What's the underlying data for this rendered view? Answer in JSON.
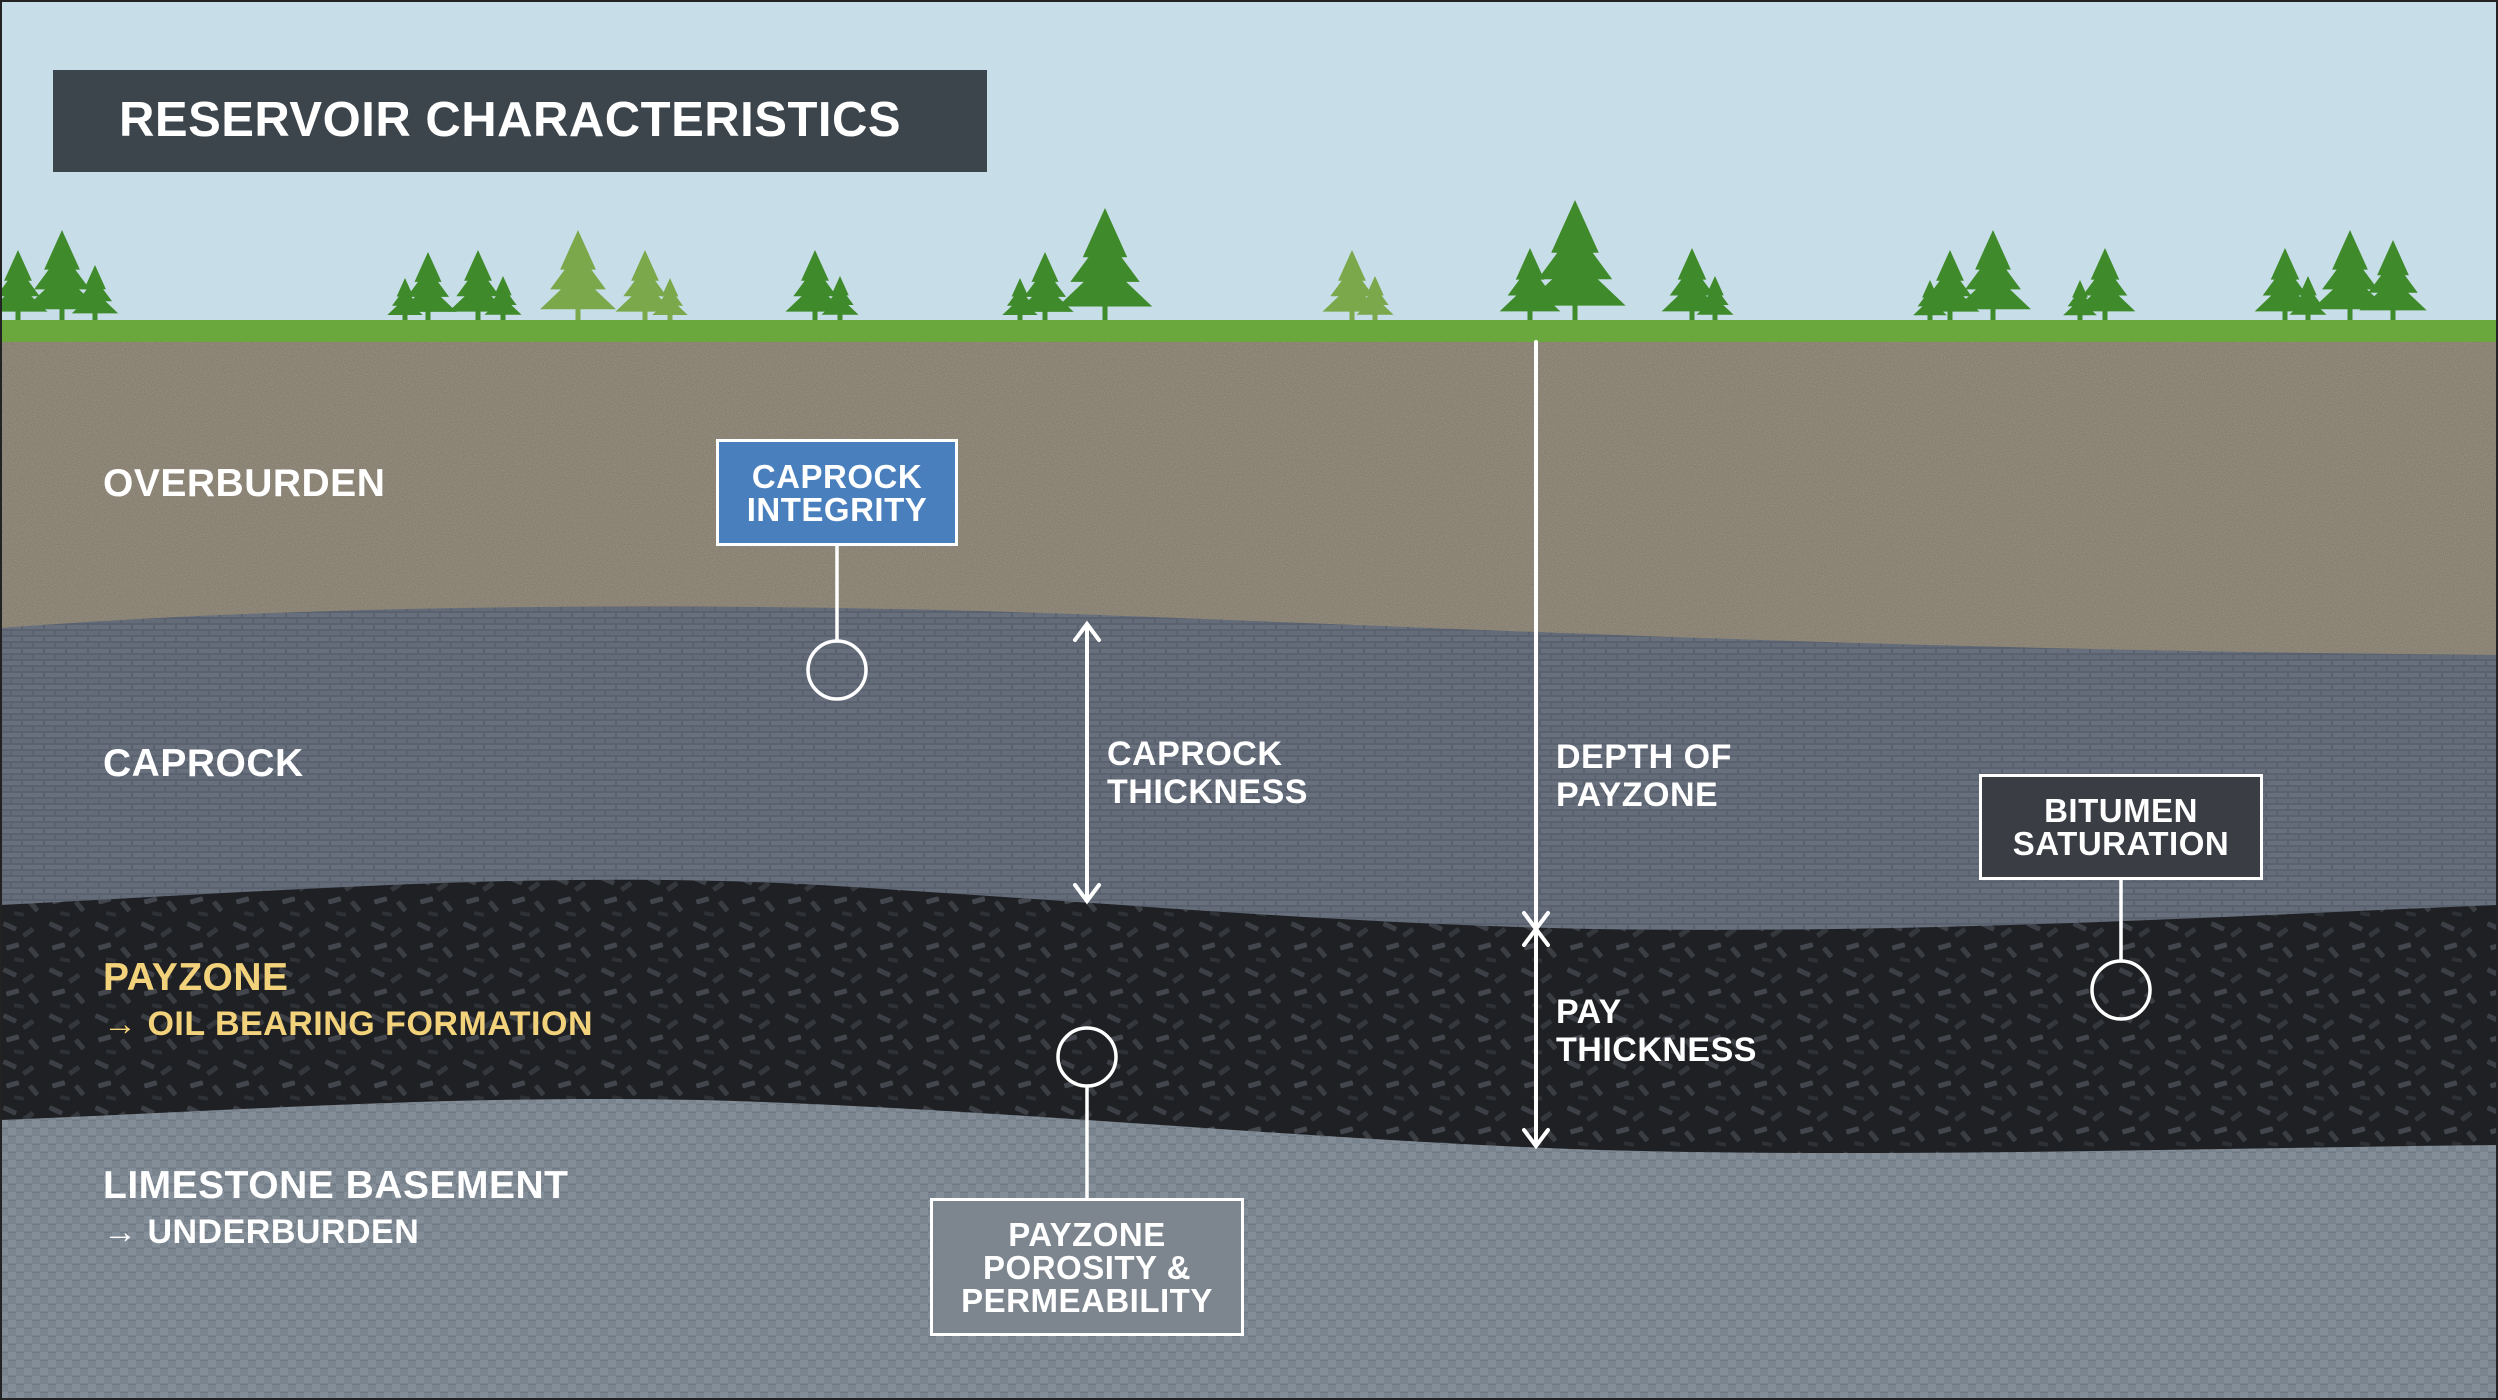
{
  "title": "RESERVOIR CHARACTERISTICS",
  "layers": {
    "overburden": {
      "name": "OVERBURDEN"
    },
    "caprock": {
      "name": "CAPROCK"
    },
    "payzone": {
      "name": "PAYZONE",
      "sub": "→ OIL BEARING FORMATION"
    },
    "basement": {
      "name": "LIMESTONE BASEMENT",
      "sub": "→ UNDERBURDEN"
    }
  },
  "measurements": {
    "caprock_thickness": {
      "line1": "CAPROCK",
      "line2": "THICKNESS"
    },
    "depth_of_payzone": {
      "line1": "DEPTH OF",
      "line2": "PAYZONE"
    },
    "pay_thickness": {
      "line1": "PAY",
      "line2": "THICKNESS"
    }
  },
  "callouts": {
    "caprock_integrity": {
      "line1": "CAPROCK",
      "line2": "INTEGRITY"
    },
    "bitumen_saturation": {
      "line1": "BITUMEN",
      "line2": "SATURATION"
    },
    "payzone_porosity": {
      "line1": "PAYZONE",
      "line2": "POROSITY &",
      "line3": "PERMEABILITY"
    }
  },
  "colors": {
    "sky": "#c7dde8",
    "grass": "#6aa83d",
    "overburden": "#867e6f",
    "caprock": "#5c6472",
    "payzone": "#1f2124",
    "basement": "#7b858f",
    "payzone_label": "#f2d27a",
    "caprock_integrity_box": "#4a7fbd",
    "bitumen_box": "#3a3e44",
    "porosity_box": "#7d868f",
    "title_box": "#3d454c"
  }
}
